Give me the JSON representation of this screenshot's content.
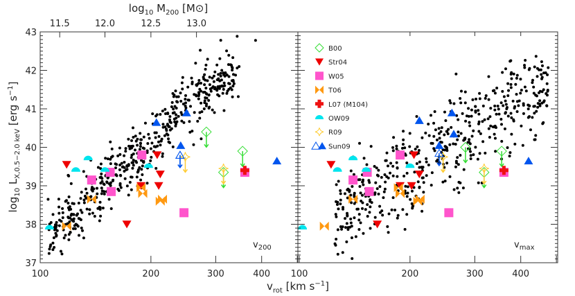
{
  "figure": {
    "top_axis_title": "log10 M200 [M⊙]",
    "left_axis_title": "log10 Lx,0.5-2.0 keV [erg s^-1]",
    "bottom_axis_title": "vrot [km s^-1]",
    "left_panel_label": "v200",
    "right_panel_label": "vmax"
  },
  "chart_data": [
    {
      "type": "scatter",
      "panel": "left",
      "title": "",
      "xlabel": "v_rot [km s^-1]",
      "ylabel": "log10 L_X,0.5-2.0 keV [erg s^-1]",
      "xscale": "log",
      "xlim": [
        100,
        500
      ],
      "ylim": [
        37,
        43
      ],
      "xticks": [
        100,
        200,
        300,
        400
      ],
      "yticks": [
        37,
        38,
        39,
        40,
        41,
        42,
        43
      ],
      "top_axis": {
        "label": "log10 M200 [M_sun]",
        "ticks": [
          11.5,
          12.0,
          12.5,
          13.0
        ],
        "tick_v": [
          113,
          150,
          200,
          266
        ]
      },
      "annotation": "v200",
      "series": [
        {
          "name": "B00",
          "marker": "open-diamond",
          "color": "#33dd33",
          "upper_limit": true,
          "points": [
            [
              283,
              40.4
            ],
            [
              355,
              39.9
            ],
            [
              315,
              39.35
            ]
          ]
        },
        {
          "name": "Str04",
          "marker": "down-triangle",
          "color": "#ee0000",
          "points": [
            [
              118,
              39.55
            ],
            [
              172,
              38.0
            ],
            [
              188,
              39.0
            ],
            [
              208,
              39.8
            ],
            [
              212,
              39.3
            ],
            [
              210,
              39.0
            ]
          ]
        },
        {
          "name": "W05",
          "marker": "square",
          "color": "#ff55cc",
          "points": [
            [
              138,
              39.15
            ],
            [
              155,
              39.35
            ],
            [
              156,
              38.85
            ],
            [
              189,
              39.8
            ],
            [
              246,
              38.3
            ],
            [
              360,
              39.35
            ]
          ]
        },
        {
          "name": "T06",
          "marker": "bowtie",
          "color": "#ff9911",
          "points": [
            [
              118,
              37.95
            ],
            [
              138,
              38.65
            ],
            [
              188,
              38.95
            ],
            [
              190,
              38.8
            ],
            [
              212,
              38.6
            ],
            [
              215,
              38.65
            ]
          ]
        },
        {
          "name": "L07 (M104)",
          "marker": "cross",
          "color": "#ee1111",
          "points": [
            [
              360,
              39.4
            ]
          ]
        },
        {
          "name": "OW09",
          "marker": "half-disc",
          "color": "#00e5ee",
          "points": [
            [
              106,
              37.9
            ],
            [
              125,
              39.4
            ],
            [
              135,
              39.7
            ],
            [
              150,
              39.4
            ],
            [
              197,
              39.5
            ]
          ]
        },
        {
          "name": "R09",
          "marker": "open-star",
          "color": "#ffcc33",
          "upper_limit": true,
          "points": [
            [
              248,
              39.75
            ],
            [
              315,
              39.45
            ]
          ]
        },
        {
          "name": "Sun09",
          "marker": "triangle",
          "color": "#0055ee",
          "points": [
            [
              207,
              40.65
            ],
            [
              250,
              40.9
            ],
            [
              241,
              40.05
            ],
            [
              440,
              39.65
            ],
            [
              240,
              39.8
            ]
          ],
          "open_with_limit": [
            [
              240,
              39.8
            ]
          ]
        },
        {
          "name": "simulations",
          "marker": "dot",
          "color": "#000000",
          "points": "generated_trend_left"
        }
      ]
    },
    {
      "type": "scatter",
      "panel": "right",
      "xlabel": "v_rot [km s^-1]",
      "xscale": "log",
      "xlim": [
        100,
        500
      ],
      "ylim": [
        37,
        43
      ],
      "xticks": [
        100,
        200,
        300,
        400
      ],
      "annotation": "vmax",
      "series": [
        {
          "name": "B00",
          "marker": "open-diamond",
          "color": "#33dd33",
          "upper_limit": true,
          "points": [
            [
              283,
              40.0
            ],
            [
              355,
              39.9
            ],
            [
              318,
              39.35
            ]
          ]
        },
        {
          "name": "Str04",
          "marker": "down-triangle",
          "color": "#ee0000",
          "points": [
            [
              122,
              39.55
            ],
            [
              163,
              38.0
            ],
            [
              188,
              39.0
            ],
            [
              205,
              39.8
            ],
            [
              212,
              39.3
            ],
            [
              202,
              39.0
            ]
          ]
        },
        {
          "name": "W05",
          "marker": "square",
          "color": "#ff55cc",
          "points": [
            [
              140,
              39.15
            ],
            [
              153,
              39.35
            ],
            [
              155,
              38.85
            ],
            [
              188,
              39.8
            ],
            [
              255,
              38.3
            ],
            [
              360,
              39.35
            ]
          ]
        },
        {
          "name": "T06",
          "marker": "bowtie",
          "color": "#ff9911",
          "points": [
            [
              117,
              37.95
            ],
            [
              140,
              38.65
            ],
            [
              186,
              38.95
            ],
            [
              188,
              38.8
            ],
            [
              210,
              38.6
            ],
            [
              213,
              38.65
            ]
          ]
        },
        {
          "name": "L07 (M104)",
          "marker": "cross",
          "color": "#ee1111",
          "points": [
            [
              360,
              39.4
            ]
          ]
        },
        {
          "name": "OW09",
          "marker": "half-disc",
          "color": "#00e5ee",
          "points": [
            [
              102,
              37.9
            ],
            [
              127,
              39.4
            ],
            [
              140,
              39.7
            ],
            [
              152,
              39.4
            ],
            [
              200,
              39.5
            ]
          ]
        },
        {
          "name": "R09",
          "marker": "open-star",
          "color": "#ffcc33",
          "upper_limit": true,
          "points": [
            [
              246,
              39.75
            ],
            [
              318,
              39.45
            ]
          ]
        },
        {
          "name": "Sun09",
          "marker": "triangle",
          "color": "#0055ee",
          "points": [
            [
              212,
              40.7
            ],
            [
              260,
              40.9
            ],
            [
              263,
              40.35
            ],
            [
              240,
              40.05
            ],
            [
              420,
              39.65
            ]
          ],
          "open_with_limit": [
            [
              240,
              39.85
            ]
          ]
        },
        {
          "name": "simulations",
          "marker": "dot",
          "color": "#000000",
          "points": "generated_trend_right"
        }
      ]
    }
  ],
  "legend": [
    {
      "name": "B00",
      "marker": "open-diamond",
      "color": "#33dd33"
    },
    {
      "name": "Str04",
      "marker": "down-triangle",
      "color": "#ee0000"
    },
    {
      "name": "W05",
      "marker": "square",
      "color": "#ff55cc"
    },
    {
      "name": "T06",
      "marker": "bowtie",
      "color": "#ff9911"
    },
    {
      "name": "L07 (M104)",
      "marker": "cross",
      "color": "#ee1111"
    },
    {
      "name": "OW09",
      "marker": "half-disc",
      "color": "#00e5ee"
    },
    {
      "name": "R09",
      "marker": "open-star",
      "color": "#ffcc33"
    },
    {
      "name": "Sun09",
      "marker": "triangle-pair",
      "color": "#0055ee"
    }
  ]
}
